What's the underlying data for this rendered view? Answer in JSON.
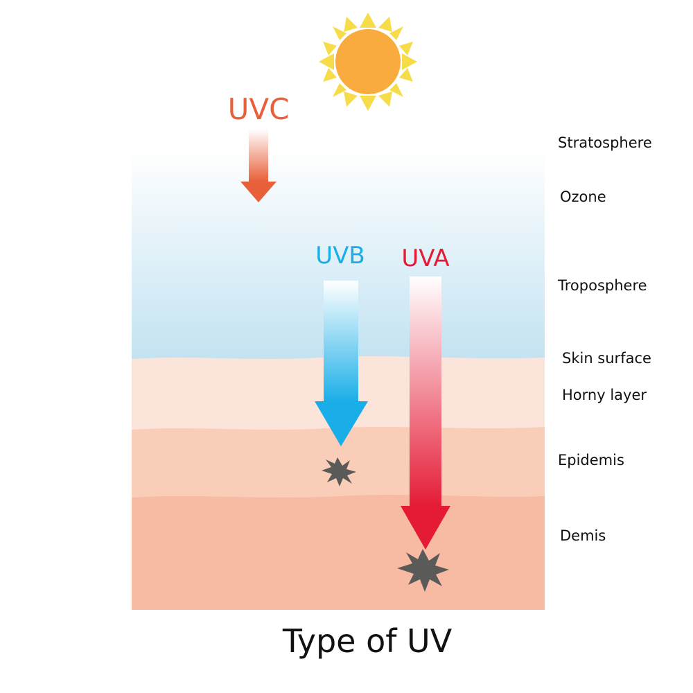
{
  "title": "Type of UV",
  "uv_types": [
    {
      "label": "UVC",
      "color": "#e8603a"
    },
    {
      "label": "UVB",
      "color": "#1aaee8"
    },
    {
      "label": "UVA",
      "color": "#e51b36"
    }
  ],
  "layers": [
    "Stratosphere",
    "Ozone",
    "Troposphere",
    "Skin surface",
    "Horny layer",
    "Epidemis",
    "Demis"
  ],
  "colors": {
    "sun": "#f9ab3d",
    "sun_rays": "#f7dc4a",
    "sky_top": "#ffffff",
    "sky_bottom": "#bfe1f1",
    "horny_layer": "#fbe4da",
    "epidermis": "#f9cdb8",
    "dermis": "#f7bba4",
    "damage_mark": "#5a5a58"
  }
}
